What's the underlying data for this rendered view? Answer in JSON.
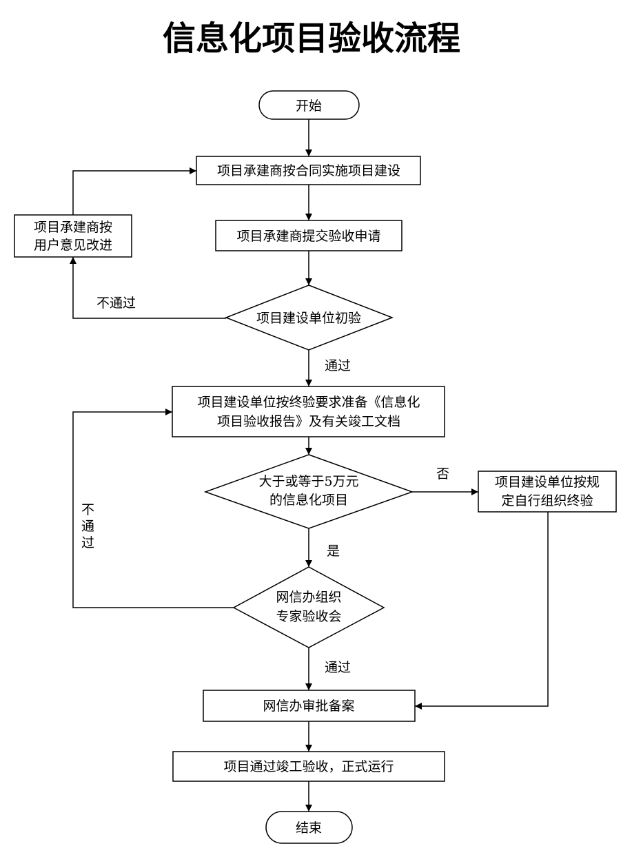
{
  "title": "信息化项目验收流程",
  "nodes": {
    "start": "开始",
    "implement": "项目承建商按合同实施项目建设",
    "submit": "项目承建商提交验收申请",
    "initial_check": "项目建设单位初验",
    "improve": [
      "项目承建商按",
      "用户意见改进"
    ],
    "prepare": [
      "项目建设单位按终验要求准备《信息化",
      "项目验收报告》及有关竣工文档"
    ],
    "amount_check": [
      "大于或等于5万元",
      "的信息化项目"
    ],
    "self_organize": [
      "项目建设单位按规",
      "定自行组织终验"
    ],
    "expert_review": [
      "网信办组织",
      "专家验收会"
    ],
    "approve": "网信办审批备案",
    "complete": "项目通过竣工验收，正式运行",
    "end": "结束"
  },
  "edge_labels": {
    "fail_initial": "不通过",
    "pass_initial": "通过",
    "no": "否",
    "yes": "是",
    "fail_expert": [
      "不",
      "通",
      "过"
    ],
    "pass_expert": "通过"
  }
}
